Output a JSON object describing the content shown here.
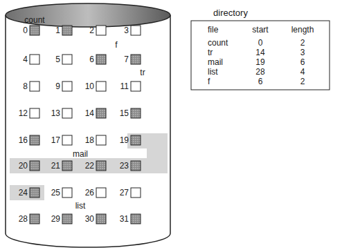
{
  "diagram": {
    "labels": [
      "0",
      "1",
      "2",
      "3",
      "4",
      "5",
      "6",
      "7",
      "8",
      "9",
      "10",
      "11",
      "12",
      "13",
      "14",
      "15",
      "16",
      "17",
      "18",
      "19",
      "20",
      "21",
      "22",
      "23",
      "24",
      "25",
      "26",
      "27",
      "28",
      "29",
      "30",
      "31",
      "count",
      "f",
      "tr",
      "mail",
      "list",
      "directory",
      "file",
      "start",
      "length",
      "count",
      "0",
      "2",
      "tr",
      "14",
      "3",
      "mail",
      "19",
      "6",
      "list",
      "28",
      "4",
      "f",
      "6",
      "2"
    ]
  }
}
